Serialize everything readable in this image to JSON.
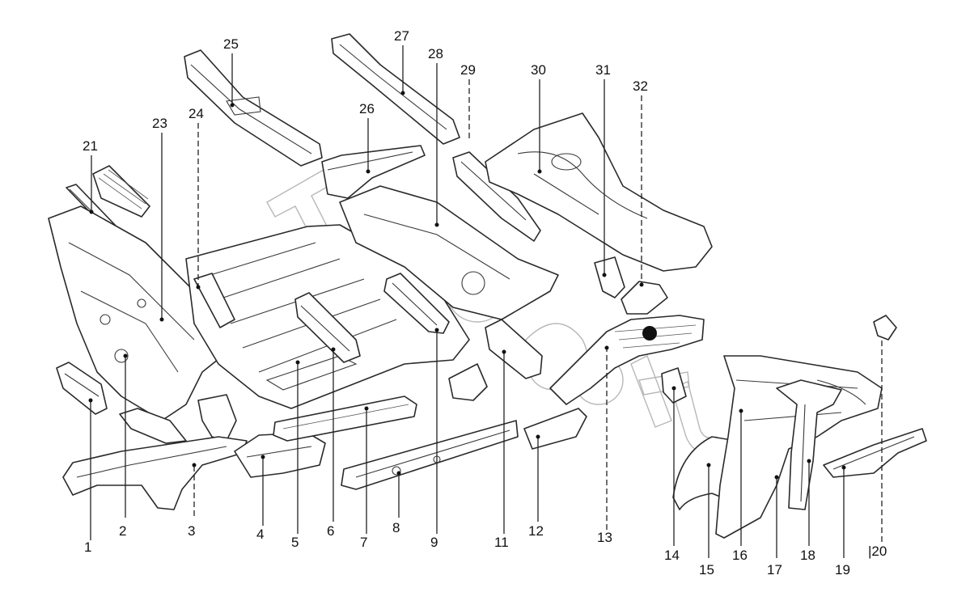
{
  "diagram": {
    "watermark_text": "TurboSoft",
    "callouts": [
      {
        "id": "c1",
        "label": "1"
      },
      {
        "id": "c2",
        "label": "2"
      },
      {
        "id": "c3",
        "label": "3"
      },
      {
        "id": "c4",
        "label": "4"
      },
      {
        "id": "c5",
        "label": "5"
      },
      {
        "id": "c6",
        "label": "6"
      },
      {
        "id": "c7",
        "label": "7"
      },
      {
        "id": "c8",
        "label": "8"
      },
      {
        "id": "c9",
        "label": "9"
      },
      {
        "id": "c11",
        "label": "11"
      },
      {
        "id": "c12",
        "label": "12"
      },
      {
        "id": "c13",
        "label": "13"
      },
      {
        "id": "c14",
        "label": "14"
      },
      {
        "id": "c15",
        "label": "15"
      },
      {
        "id": "c16",
        "label": "16"
      },
      {
        "id": "c17",
        "label": "17"
      },
      {
        "id": "c18",
        "label": "18"
      },
      {
        "id": "c19",
        "label": "19"
      },
      {
        "id": "c20",
        "label": "|20"
      },
      {
        "id": "c21",
        "label": "21"
      },
      {
        "id": "c23",
        "label": "23"
      },
      {
        "id": "c24",
        "label": "24"
      },
      {
        "id": "c25",
        "label": "25"
      },
      {
        "id": "c26",
        "label": "26"
      },
      {
        "id": "c27",
        "label": "27"
      },
      {
        "id": "c28",
        "label": "28"
      },
      {
        "id": "c29",
        "label": "29"
      },
      {
        "id": "c30",
        "label": "30"
      },
      {
        "id": "c31",
        "label": "31"
      },
      {
        "id": "c32",
        "label": "32"
      }
    ]
  }
}
